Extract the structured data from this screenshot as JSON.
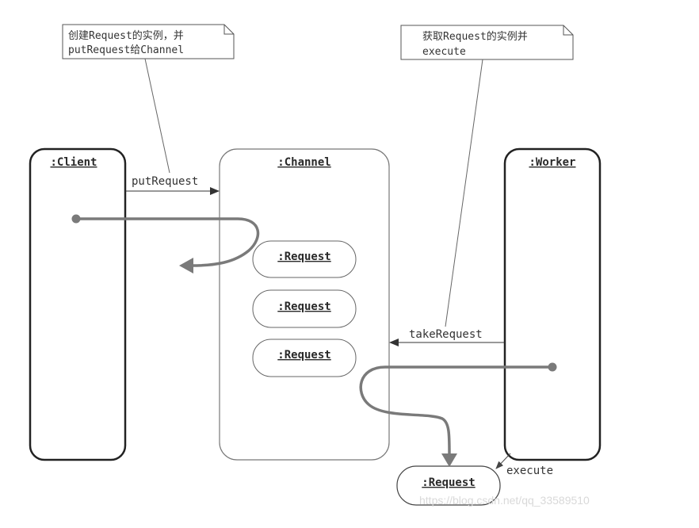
{
  "notes": {
    "create": {
      "line1": "创建Request的实例，并",
      "line2": "putRequest给Channel"
    },
    "take": {
      "line1": "获取Request的实例并",
      "line2": "execute"
    }
  },
  "objects": {
    "client": ":Client",
    "channel": ":Channel",
    "worker": ":Worker"
  },
  "queue": [
    ":Request",
    ":Request",
    ":Request"
  ],
  "result_request": ":Request",
  "messages": {
    "put": "putRequest",
    "take": "takeRequest",
    "execute": "execute"
  },
  "watermark": "https://blog.csdn.net/qq_33589510",
  "colors": {
    "line": "#333333",
    "flow": "#7a7a7a",
    "thin": "#666666"
  }
}
